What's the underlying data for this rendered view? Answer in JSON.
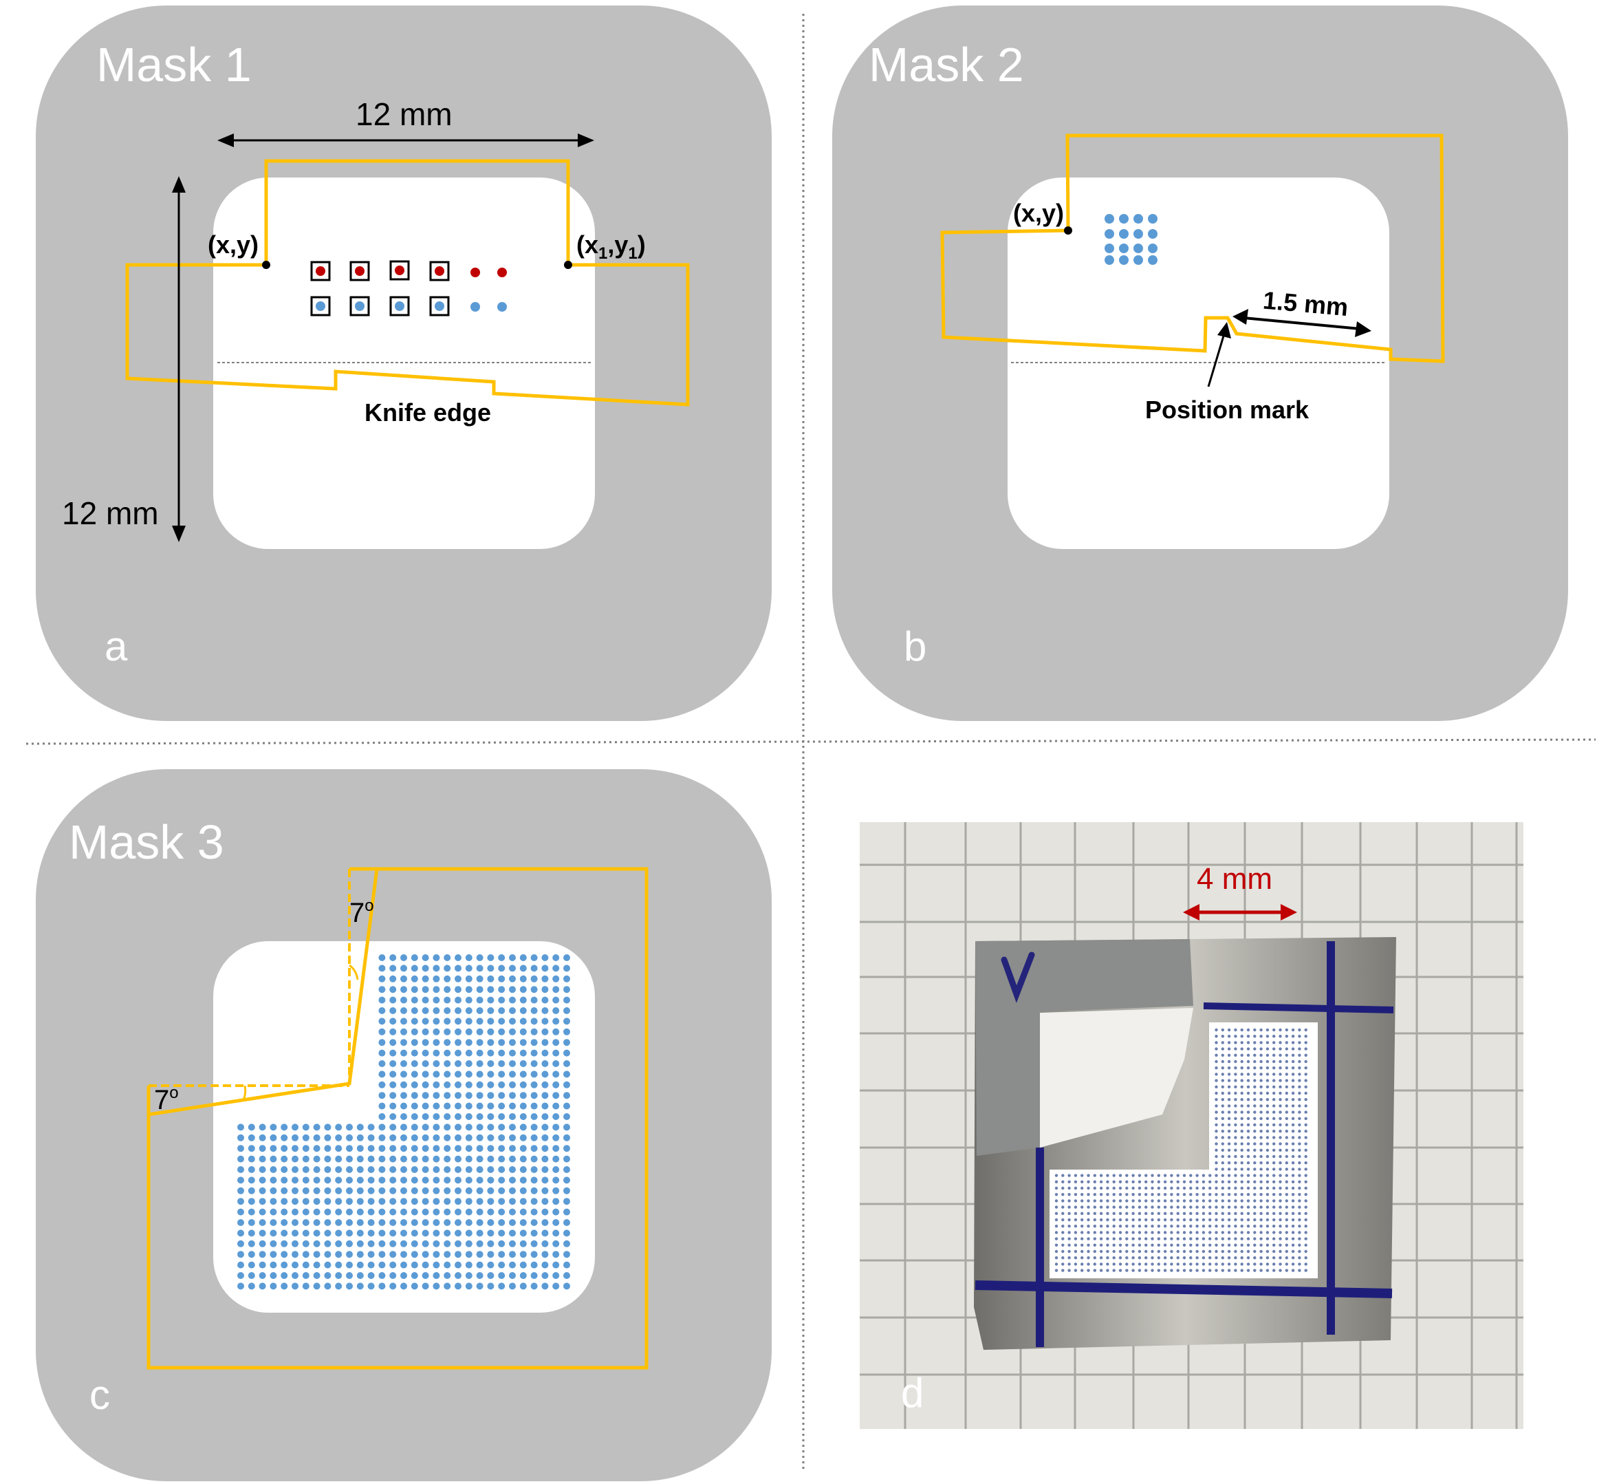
{
  "colors": {
    "panel_bg": "#bfbfbf",
    "window": "#ffffff",
    "outline": "#ffc000",
    "red_dot": "#c00000",
    "blue_dot": "#5b9bd5",
    "divider": "#7f7f7f",
    "photo_dim": "#c00000"
  },
  "panel_a": {
    "title": "Mask 1",
    "letter": "a",
    "width_label": "12 mm",
    "height_label": "12 mm",
    "point_left": "(x,y)",
    "point_right_base": "(x",
    "point_right_sub": "1",
    "point_right_mid": ",y",
    "point_right_sub2": "1",
    "point_right_end": ")",
    "knife_label": "Knife edge"
  },
  "panel_b": {
    "title": "Mask 2",
    "letter": "b",
    "point_label": "(x,y)",
    "distance_label": "1.5 mm",
    "position_label": "Position mark"
  },
  "panel_c": {
    "title": "Mask 3",
    "letter": "c",
    "angle_top": "7",
    "angle_top_sup": "o",
    "angle_left": "7",
    "angle_left_sup": "o"
  },
  "panel_d": {
    "letter": "d",
    "scale_label": "4 mm",
    "handwritten_mark": "V"
  }
}
